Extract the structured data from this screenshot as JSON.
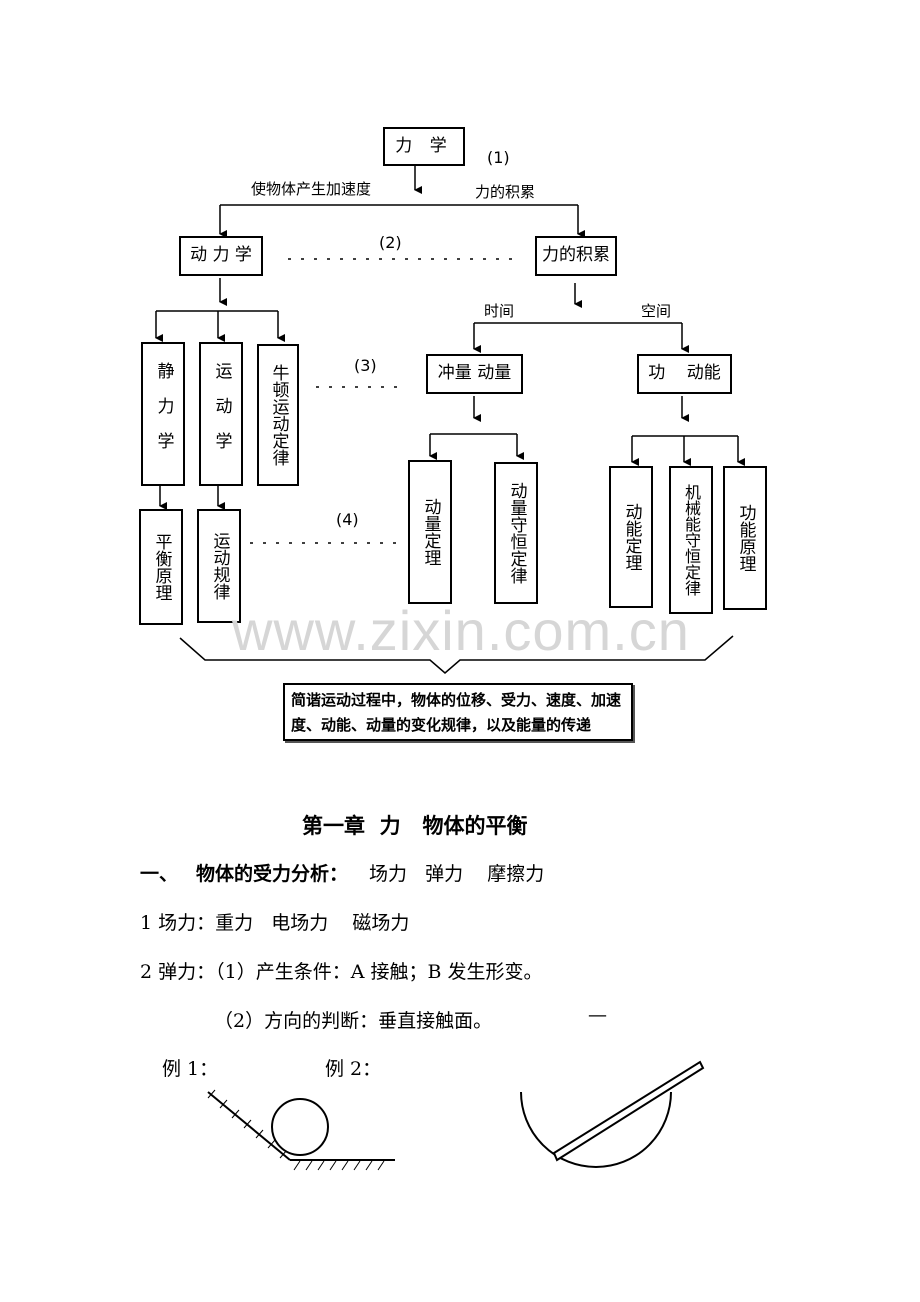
{
  "diagram": {
    "root": "力  学",
    "label_1": "(1)",
    "label_accel": "使物体产生加速度",
    "label_accum": "力的积累",
    "dynamics": "动 力 学",
    "label_2": "(2)",
    "force_accum": "力的积累",
    "label_time": "时间",
    "label_space": "空间",
    "statics": "静力学",
    "kinematics": "运动学",
    "newton": "牛顿运动定律",
    "label_3": "(3)",
    "impulse_momentum": "冲量  动量",
    "work_energy": "功    动能",
    "equilibrium": "平衡原理",
    "motion_law": "运动规律",
    "label_4": "(4)",
    "momentum_theorem": "动量定理",
    "momentum_conservation": "动量守恒定律",
    "kinetic_theorem": "动能定理",
    "mech_energy_conservation": "机械能守恒定律",
    "work_energy_principle": "功能原理",
    "summary": "简谐运动过程中，物体的位移、受力、速度、加速度、动能、动量的变化规律，以及能量的传递",
    "watermark": "www.zixin.com.cn"
  },
  "text": {
    "chapter_title": "第一章  力   物体的平衡",
    "section1_num": "一、",
    "section1_bold": "物体的受力分析：",
    "section1_rest": "场力   弹力    摩擦力",
    "line1": "1 场力：重力   电场力    磁场力",
    "line2": "2 弹力：（1）产生条件：A 接触；B 发生形变。",
    "line3": "（2）方向的判断：垂直接触面。",
    "dash": "—",
    "example1": "例 1：",
    "example2": "例 2："
  }
}
